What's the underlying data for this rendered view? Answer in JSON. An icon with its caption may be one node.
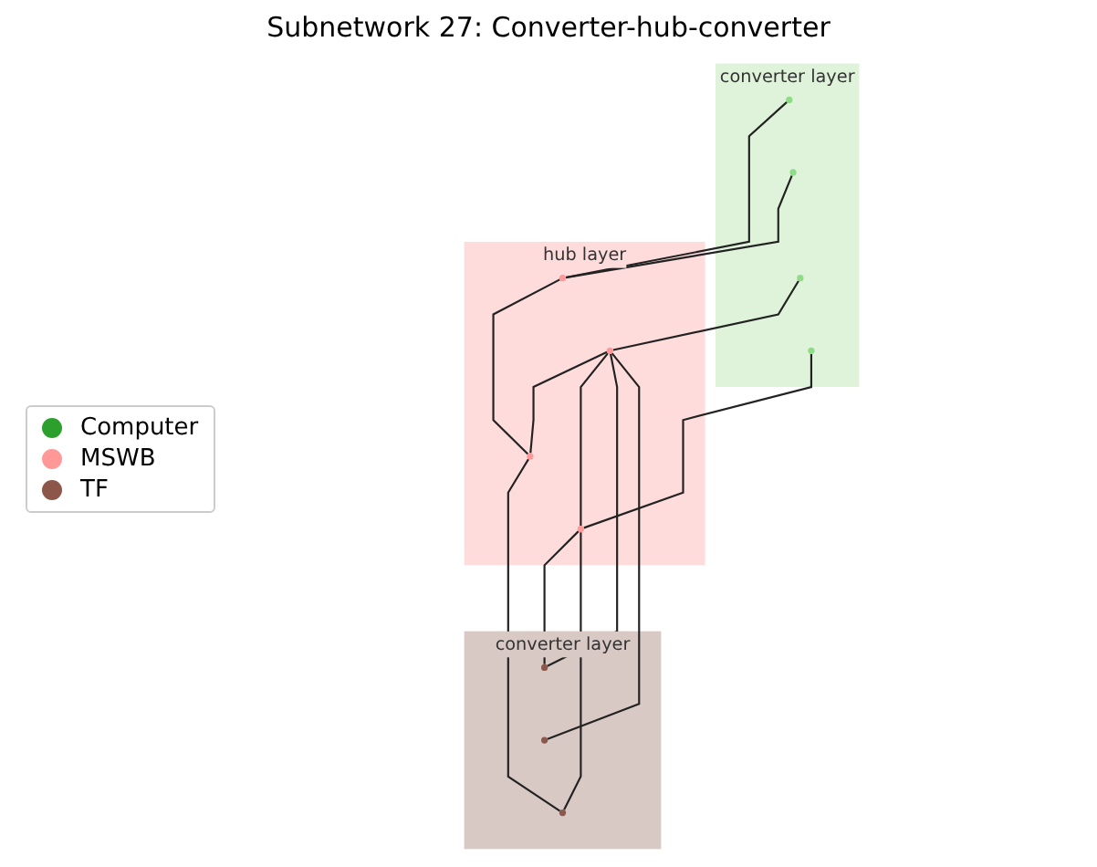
{
  "diagram": {
    "title": "Subnetwork 27: Converter-hub-converter",
    "nodes": [
      {
        "text": [
          "converter layer"
        ]
      },
      {
        "text": [],
        "shape": "circle",
        "in": 0
      },
      {
        "text": [],
        "shape": "circle",
        "in": 0
      },
      {
        "text": [],
        "shape": "circle",
        "in": 0
      },
      {
        "text": [],
        "shape": "circle",
        "in": 0
      },
      {
        "text": [
          "hub layer"
        ]
      },
      {
        "text": [],
        "shape": "circle",
        "in": 5
      },
      {
        "text": [],
        "shape": "circle",
        "in": 5
      },
      {
        "text": [],
        "shape": "circle",
        "in": 5
      },
      {
        "text": [],
        "shape": "circle",
        "in": 5
      },
      {
        "text": [
          "converter layer"
        ]
      },
      {
        "text": [],
        "shape": "circle",
        "in": 10
      },
      {
        "text": [],
        "shape": "circle",
        "in": 10
      },
      {
        "text": [],
        "shape": "circle",
        "in": 10
      }
    ],
    "edges": [
      {
        "from": 1,
        "to": 6,
        "arrow": "none"
      },
      {
        "from": 2,
        "to": 6,
        "arrow": "none"
      },
      {
        "from": 3,
        "to": 7,
        "arrow": "none"
      },
      {
        "from": 4,
        "to": 9,
        "arrow": "none"
      },
      {
        "from": 6,
        "to": 8,
        "arrow": "none"
      },
      {
        "from": 7,
        "to": 8,
        "arrow": "none"
      },
      {
        "from": 7,
        "to": 9,
        "arrow": "none"
      },
      {
        "from": 7,
        "to": 11,
        "arrow": "none"
      },
      {
        "from": 7,
        "to": 12,
        "arrow": "none"
      },
      {
        "from": 8,
        "to": 13,
        "arrow": "none"
      },
      {
        "from": 9,
        "to": 11,
        "arrow": "none"
      },
      {
        "from": 9,
        "to": 13,
        "arrow": "none"
      }
    ],
    "legend": [
      {
        "text": "Computer",
        "color": "#2ca02c"
      },
      {
        "text": "MSWB",
        "color": "#ff9896"
      },
      {
        "text": "TF",
        "color": "#8c564b"
      }
    ]
  }
}
